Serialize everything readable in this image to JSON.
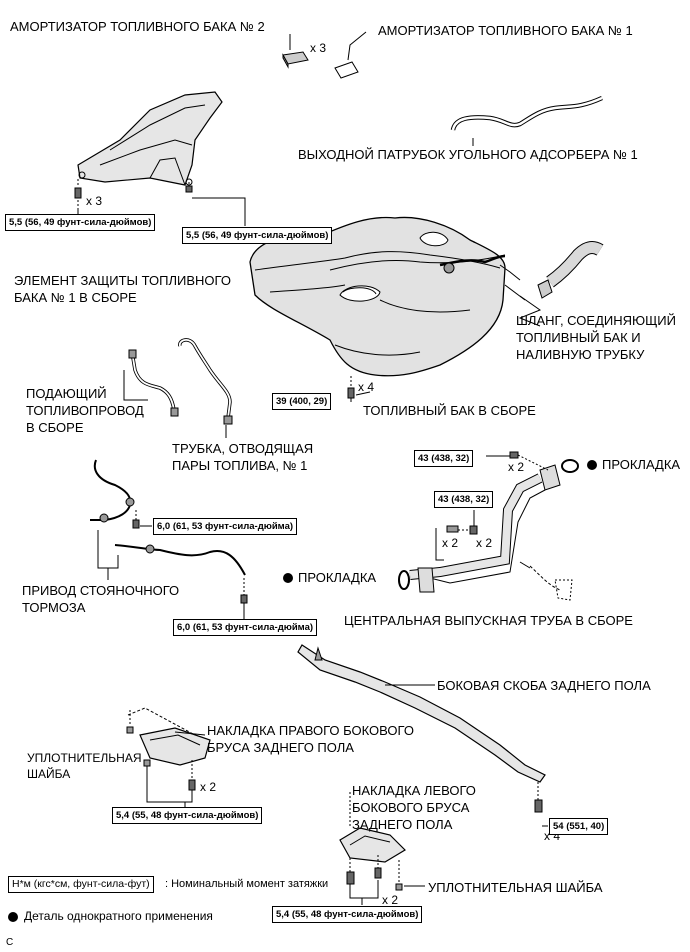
{
  "labels": {
    "damper2": "АМОРТИЗАТОР ТОПЛИВНОГО БАКА № 2",
    "damper1": "АМОРТИЗАТОР ТОПЛИВНОГО БАКА № 1",
    "outlet_pipe": "ВЫХОДНОЙ ПАТРУБОК УГОЛЬНОГО АДСОРБЕРА № 1",
    "protector_1": "ЭЛЕМЕНТ ЗАЩИТЫ ТОПЛИВНОГО",
    "protector_2": "БАКА № 1 В СБОРЕ",
    "hose_1": "ШЛАНГ, СОЕДИНЯЮЩИЙ",
    "hose_2": "ТОПЛИВНЫЙ БАК И",
    "hose_3": "НАЛИВНУЮ ТРУБКУ",
    "feed_1": "ПОДАЮЩИЙ",
    "feed_2": "ТОПЛИВОПРОВОД",
    "feed_3": "В СБОРЕ",
    "tank": "ТОПЛИВНЫЙ БАК В СБОРЕ",
    "vapor_1": "ТРУБКА, ОТВОДЯЩАЯ",
    "vapor_2": "ПАРЫ ТОПЛИВА, № 1",
    "gasket_top": "ПРОКЛАДКА",
    "gasket_left": "ПРОКЛАДКА",
    "cable_1": "ПРИВОД СТОЯНОЧНОГО",
    "cable_2": "ТОРМОЗА",
    "center_pipe": "ЦЕНТРАЛЬНАЯ ВЫПУСКНАЯ ТРУБА В СБОРЕ",
    "side_bracket": "БОКОВАЯ СКОБА ЗАДНЕГО ПОЛА",
    "rh_cover_1": "НАКЛАДКА ПРАВОГО БОКОВОГО",
    "rh_cover_2": "БРУСА ЗАДНЕГО ПОЛА",
    "seal_washer_1": "УПЛОТНИТЕЛЬНАЯ",
    "seal_washer_2": "ШАЙБА",
    "lh_cover_1": "НАКЛАДКА ЛЕВОГО",
    "lh_cover_2": "БОКОВОГО БРУСА",
    "lh_cover_3": "ЗАДНЕГО ПОЛА",
    "seal_washer_b": "УПЛОТНИТЕЛЬНАЯ ШАЙБА"
  },
  "torques": {
    "t1": "5,5 (56, 49 фунт-сила-дюймов)",
    "t2": "5,5 (56, 49 фунт-сила-дюймов)",
    "t3": "39 (400, 29)",
    "t4": "43 (438, 32)",
    "t5": "43 (438, 32)",
    "t6": "6,0 (61, 53 фунт-сила-дюйма)",
    "t7": "6,0 (61, 53 фунт-сила-дюйма)",
    "t8": "5,4 (55, 48 фунт-сила-дюймов)",
    "t9": "54 (551, 40)",
    "t10": "5,4 (55, 48 фунт-сила-дюймов)"
  },
  "quantities": {
    "q1": "x 3",
    "q2": "x 3",
    "q3": "x 4",
    "q4": "x 2",
    "q5": "x 2",
    "q6": "x 2",
    "q7": "x 2",
    "q8": "x 4",
    "q9": "x 2"
  },
  "legend": {
    "unit": "Н*м (кгс*см, фунт-сила-фут)",
    "unit_desc": ": Номинальный момент затяжки",
    "single_use": "Деталь однократного применения"
  },
  "footer_code": "C"
}
